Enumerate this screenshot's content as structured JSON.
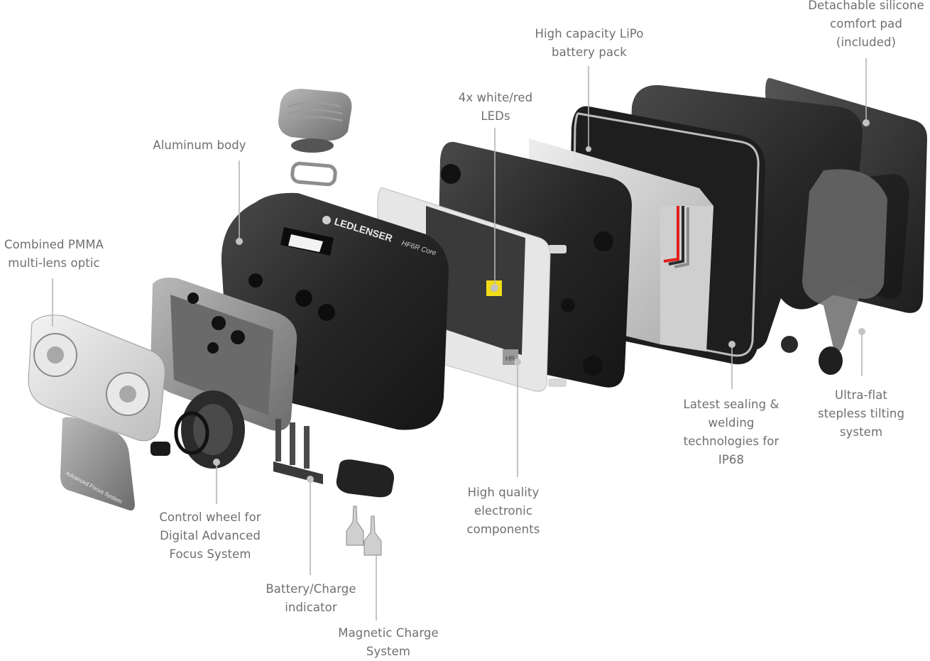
{
  "diagram": {
    "type": "exploded product view",
    "product": {
      "brand": "LEDLENSER",
      "model": "HF6R Core",
      "cover_text": "Advanced Focus System",
      "pcb_mark": "HR"
    },
    "colors": {
      "label_text": "#6f6f6f",
      "leader_line": "#b5b5b5",
      "body_black": "#2b2b2b",
      "housing_gray": "#8a8a8a",
      "battery_silver": "#c9c9c9",
      "wire_red": "#e0201c",
      "led_yellow": "#f2dc1a"
    },
    "labels": [
      {
        "id": "silicone-pad",
        "lines": [
          "Detachable silicone",
          "comfort pad",
          "(included)"
        ]
      },
      {
        "id": "lipo-battery",
        "lines": [
          "High capacity LiPo",
          "battery pack"
        ]
      },
      {
        "id": "leds",
        "lines": [
          "4x white/red",
          "LEDs"
        ]
      },
      {
        "id": "aluminum-body",
        "lines": [
          "Aluminum body"
        ]
      },
      {
        "id": "pmma-optic",
        "lines": [
          "Combined PMMA",
          "multi-lens optic"
        ]
      },
      {
        "id": "sealing",
        "lines": [
          "Latest sealing &",
          "welding",
          "technologies for",
          "IP68"
        ]
      },
      {
        "id": "tilting",
        "lines": [
          "Ultra-flat",
          "stepless tilting",
          "system"
        ]
      },
      {
        "id": "control-wheel",
        "lines": [
          "Control wheel for",
          "Digital Advanced",
          "Focus System"
        ]
      },
      {
        "id": "battery-indicator",
        "lines": [
          "Battery/Charge",
          "indicator"
        ]
      },
      {
        "id": "electronics",
        "lines": [
          "High quality",
          "electronic",
          "components"
        ]
      },
      {
        "id": "magnetic-charge",
        "lines": [
          "Magnetic Charge",
          "System"
        ]
      }
    ]
  }
}
